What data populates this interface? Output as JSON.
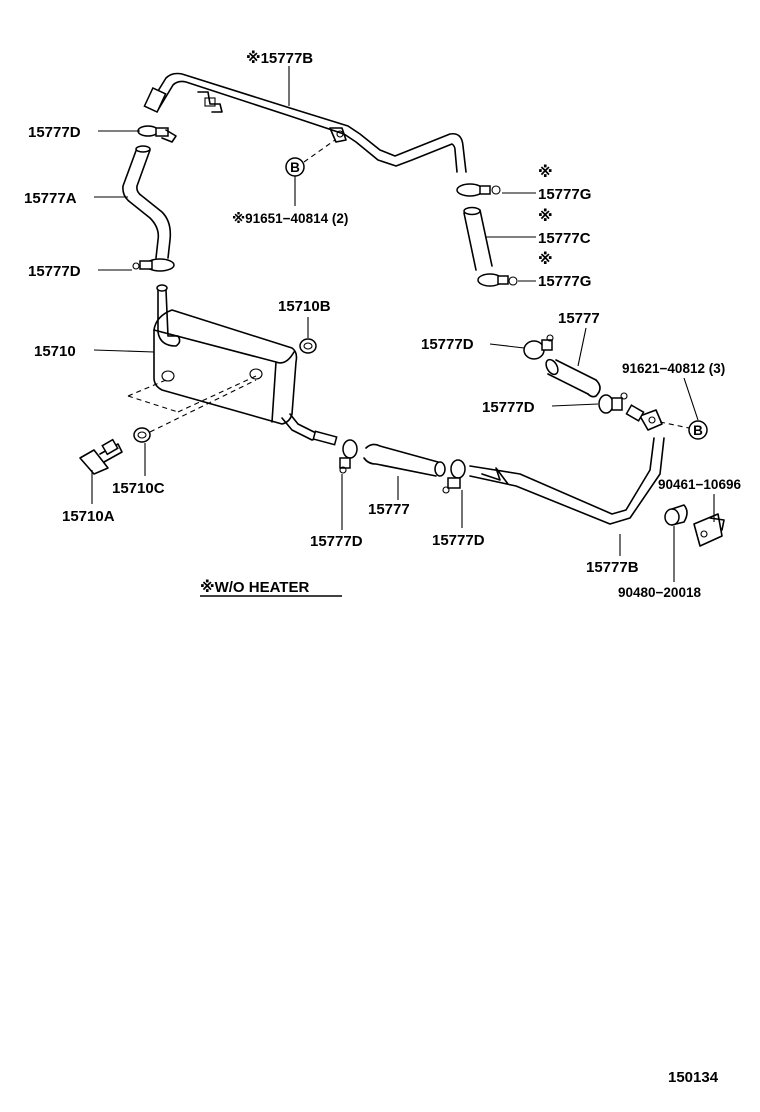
{
  "diagram": {
    "labels": {
      "p15777B_top": "※15777B",
      "p15777D_1": "15777D",
      "p15777A": "15777A",
      "p15777D_2": "15777D",
      "p91651": "※91651−40814 (2)",
      "p15777G_1": "15777G",
      "p15777C": "15777C",
      "p15777G_2": "15777G",
      "p15710B": "15710B",
      "p15710": "15710",
      "p15777_right": "15777",
      "p15777D_3": "15777D",
      "p91621": "91621−40812 (3)",
      "p15777D_4": "15777D",
      "p90461": "90461−10696",
      "p15710C": "15710C",
      "p15710A": "15710A",
      "p15777_mid": "15777",
      "p15777D_5": "15777D",
      "p15777D_6": "15777D",
      "p15777B_bottom": "15777B",
      "p90480": "90480−20018",
      "note_wo_heater": "※W/O HEATER",
      "star_1": "※",
      "star_2": "※",
      "star_3": "※",
      "marker_b_1": "B",
      "marker_b_2": "B",
      "figure_number": "150134"
    }
  }
}
